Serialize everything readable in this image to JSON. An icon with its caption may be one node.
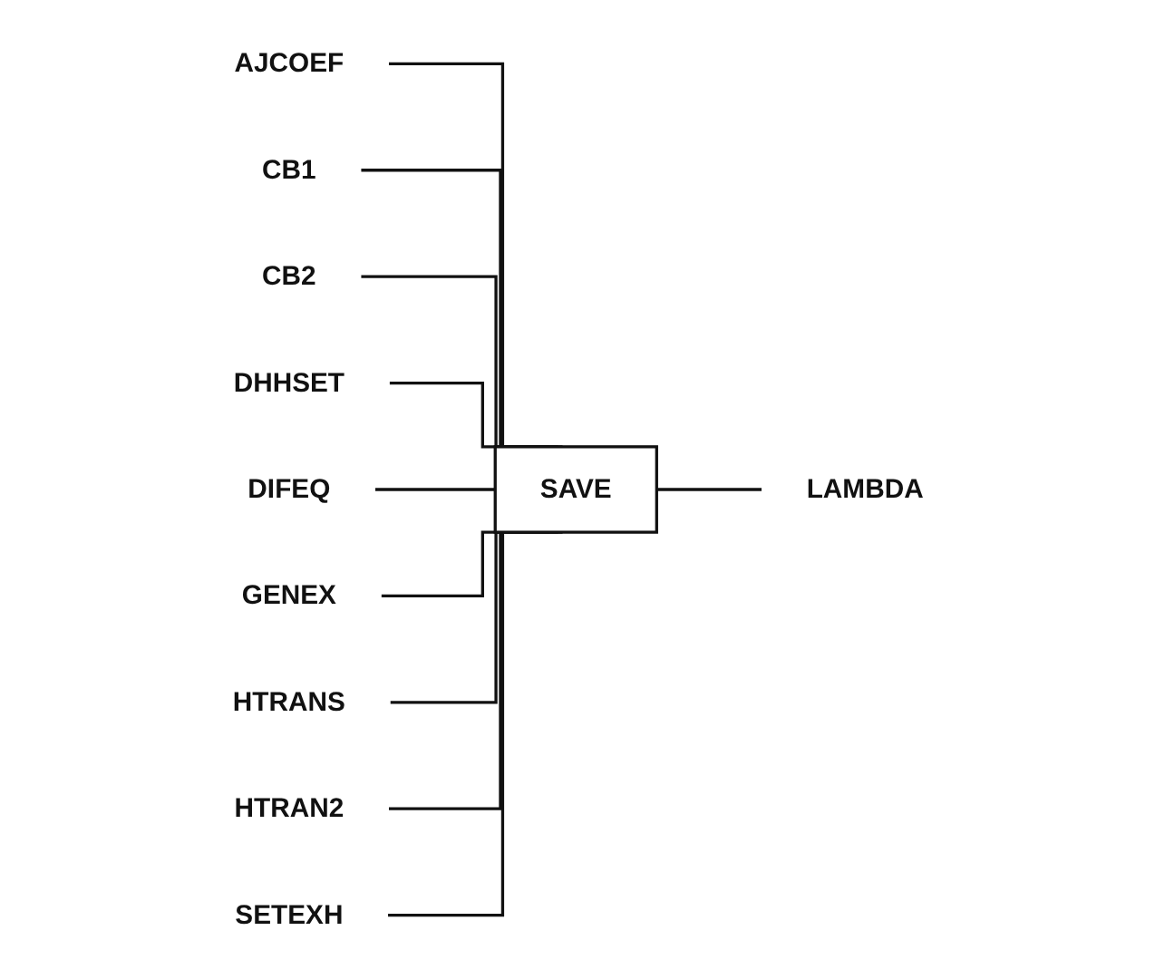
{
  "diagram": {
    "nodes": [
      {
        "text": [
          "AJCOEF"
        ]
      },
      {
        "text": [
          "CB1"
        ]
      },
      {
        "text": [
          "CB2"
        ]
      },
      {
        "text": [
          "DHHSET"
        ]
      },
      {
        "text": [
          "DIFEQ"
        ]
      },
      {
        "text": [
          "GENEX"
        ]
      },
      {
        "text": [
          "HTRANS"
        ]
      },
      {
        "text": [
          "HTRAN2"
        ]
      },
      {
        "text": [
          "SETEXH"
        ]
      },
      {
        "text": [
          "SAVE"
        ]
      },
      {
        "text": [
          "LAMBDA"
        ]
      }
    ],
    "edges": [
      {
        "from": 0,
        "to": 9,
        "arrow": "none"
      },
      {
        "from": 1,
        "to": 9,
        "arrow": "none"
      },
      {
        "from": 2,
        "to": 9,
        "arrow": "none"
      },
      {
        "from": 3,
        "to": 9,
        "arrow": "none"
      },
      {
        "from": 4,
        "to": 9,
        "arrow": "none"
      },
      {
        "from": 5,
        "to": 9,
        "arrow": "none"
      },
      {
        "from": 6,
        "to": 9,
        "arrow": "none"
      },
      {
        "from": 7,
        "to": 9,
        "arrow": "none"
      },
      {
        "from": 8,
        "to": 9,
        "arrow": "none"
      },
      {
        "from": 9,
        "to": 10,
        "arrow": "none"
      }
    ]
  }
}
